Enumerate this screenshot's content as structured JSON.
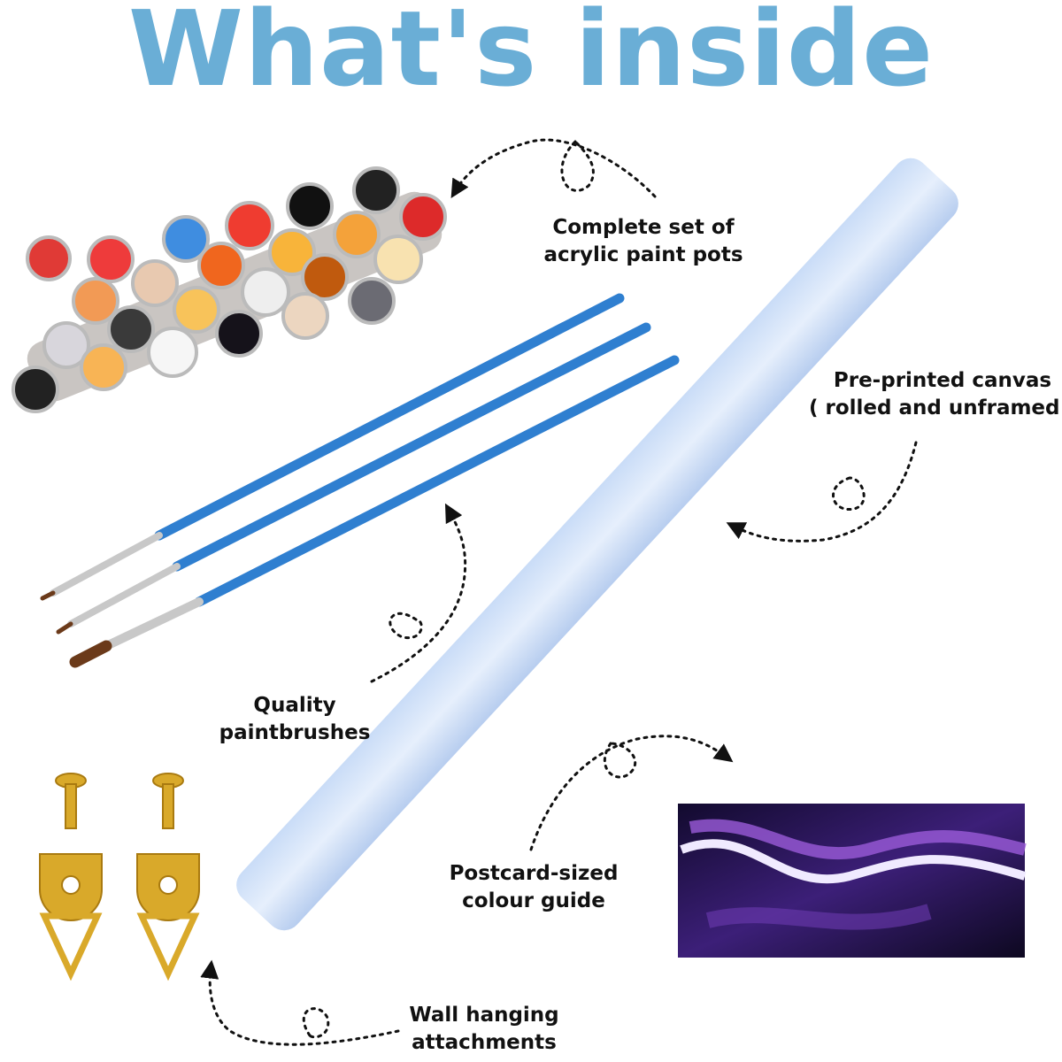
{
  "title": "What's inside",
  "items": {
    "paint_pots": {
      "line1": "Complete set of",
      "line2": "acrylic paint pots"
    },
    "canvas": {
      "line1": "Pre-printed canvas",
      "line2": "( rolled and unframed )"
    },
    "brushes": {
      "line1": "Quality",
      "line2": "paintbrushes"
    },
    "colour_guide": {
      "line1": "Postcard-sized",
      "line2": "colour guide"
    },
    "hanging": {
      "line1": "Wall hanging",
      "line2": "attachments"
    }
  },
  "colors": {
    "title": "#6aaed6",
    "brush": "#2f7fd0",
    "canvas": "#d6e6fb",
    "brass": "#d9a92a",
    "guide": "#1a0f3a"
  }
}
